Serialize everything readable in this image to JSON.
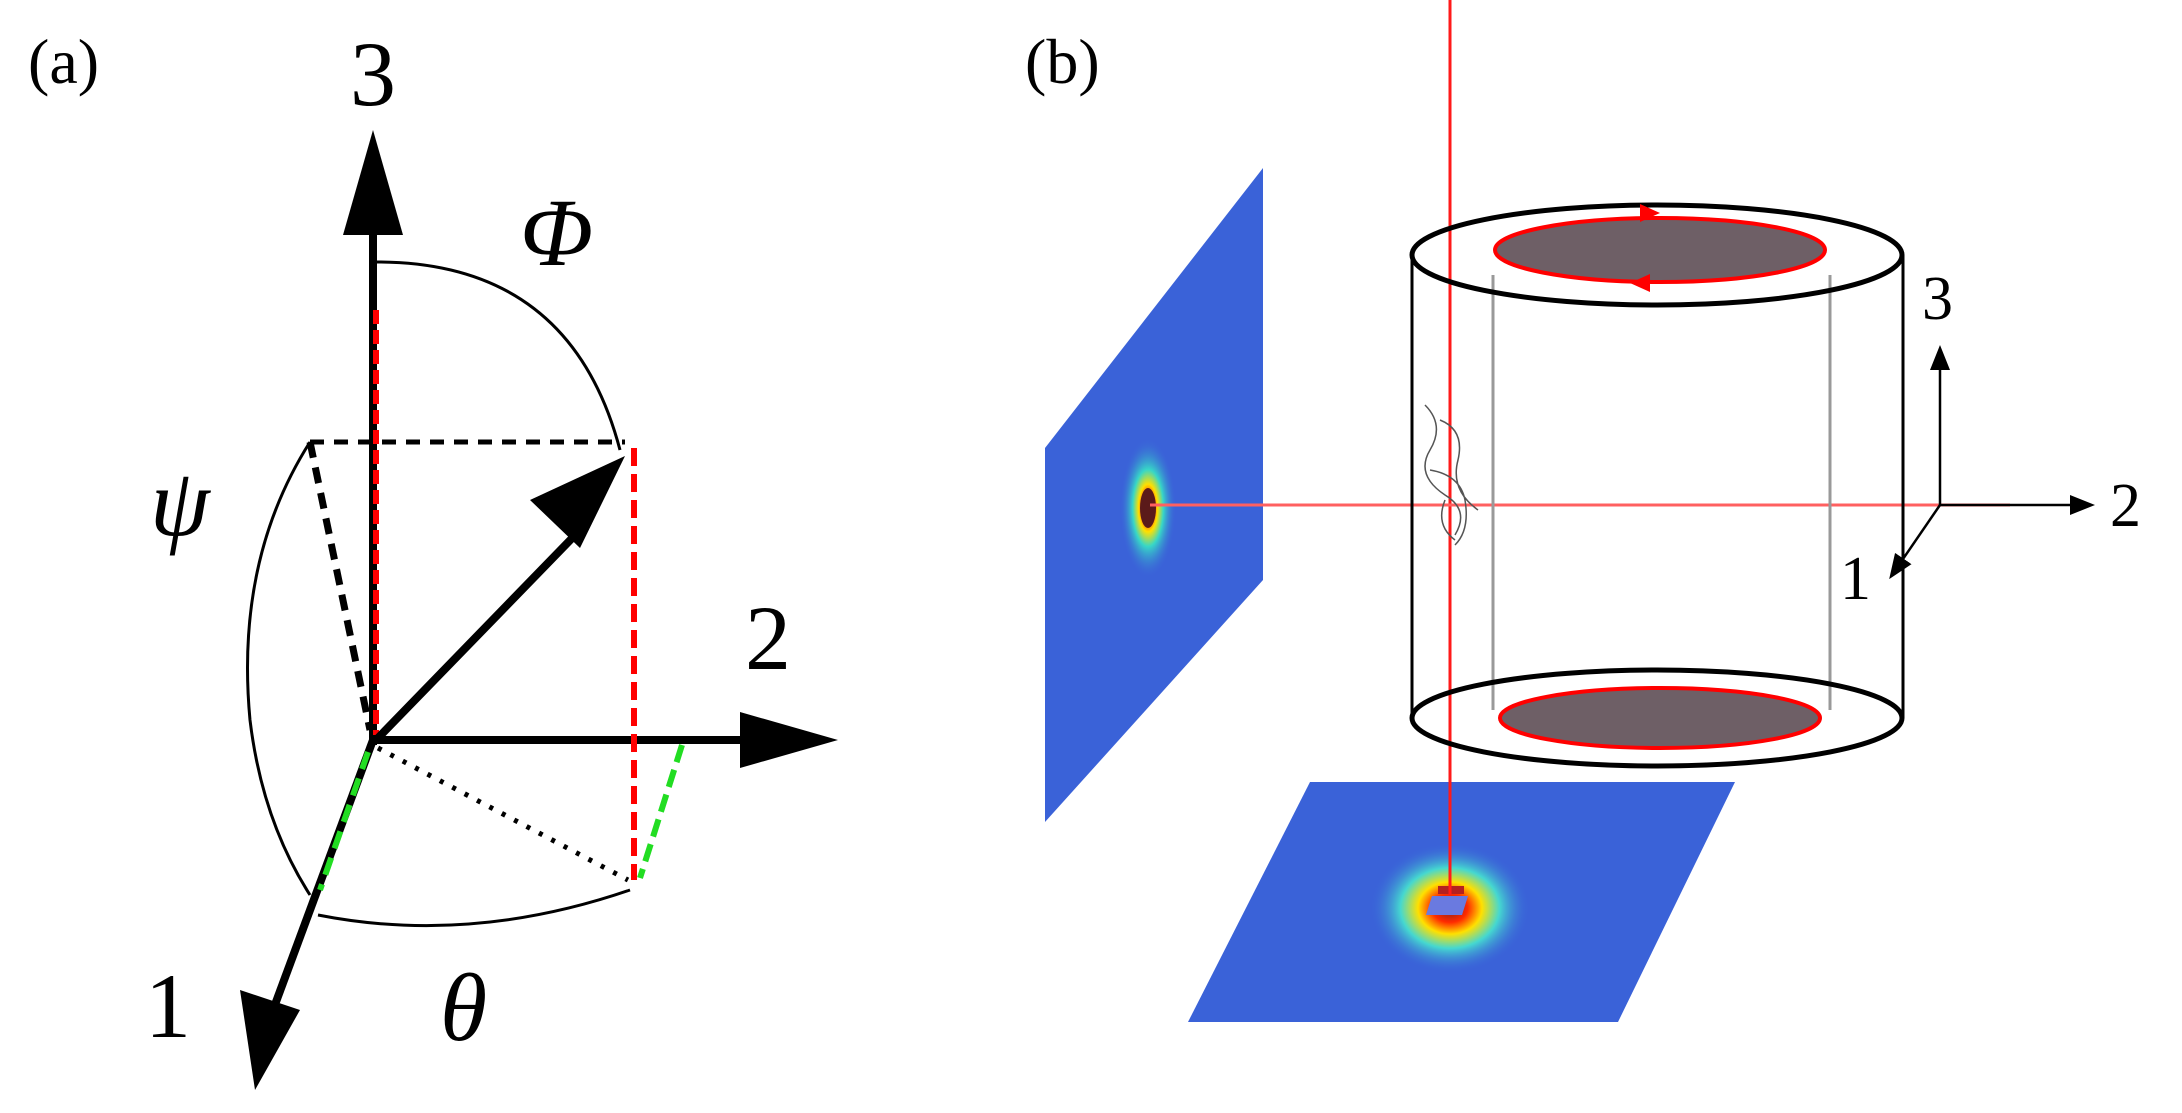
{
  "panel_a": {
    "label": "(a)",
    "axis_3": "3",
    "axis_2": "2",
    "axis_1": "1",
    "phi": "Φ",
    "psi": "ψ",
    "theta": "θ"
  },
  "panel_b": {
    "label": "(b)",
    "axis_3": "3",
    "axis_2": "2",
    "axis_1": "1"
  },
  "colors": {
    "beam": "#ff1a1a",
    "projection_red": "#ff0000",
    "projection_green": "#22dd22",
    "disk_fill": "#6e5f66",
    "detector_blue": "#3a62d8",
    "speckle_core": "#ffe000"
  },
  "icons": [
    "arrow-axis-icon",
    "detector-plane-icon",
    "cylinder-cell-icon",
    "rotation-arrow-icon"
  ]
}
